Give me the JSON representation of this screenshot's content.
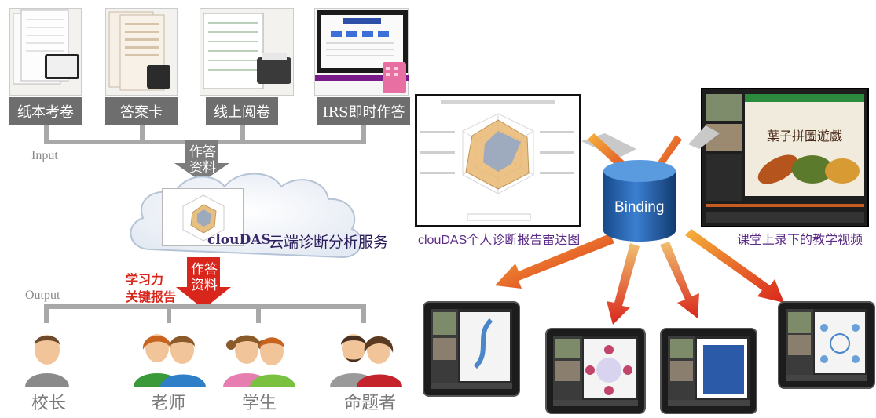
{
  "inputs": [
    "纸本考卷",
    "答案卡",
    "线上阅卷",
    "IRS即时作答"
  ],
  "input_label": "Input",
  "output_label": "Output",
  "arrow1_text": [
    "作答",
    "资料"
  ],
  "arrow2_text": [
    "作答",
    "资料"
  ],
  "key_report": [
    "学习力",
    "关键报告"
  ],
  "cloudas_name": "clouDAS",
  "cloud_service": "云端诊断分析服务",
  "roles": [
    "校长",
    "老师",
    "学生",
    "命题者"
  ],
  "radar_caption": "clouDAS个人诊断报告雷达图",
  "video_caption": "课堂上录下的教学视频",
  "binding_label": "Binding",
  "video_slide_title": "葉子拼圖遊戲",
  "colors": {
    "accent_red": "#d9261c",
    "purple_text": "#5b2a86",
    "cylinder_blue": "#1f5ea8",
    "gray": "#6e6e6e"
  }
}
